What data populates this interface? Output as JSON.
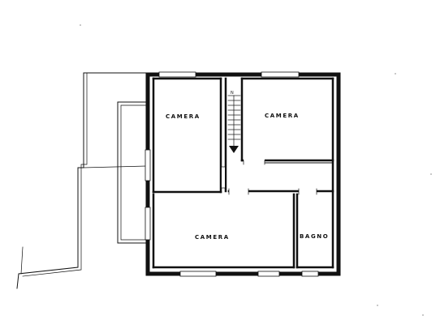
{
  "plan": {
    "rooms": [
      {
        "id": "camera-top-left",
        "label": "CAMERA"
      },
      {
        "id": "camera-top-right",
        "label": "CAMERA"
      },
      {
        "id": "camera-bottom",
        "label": "CAMERA"
      },
      {
        "id": "bagno",
        "label": "BAGNO"
      }
    ],
    "stair_mark": "N",
    "colors": {
      "ink": "#111111",
      "paper": "#ffffff"
    }
  }
}
